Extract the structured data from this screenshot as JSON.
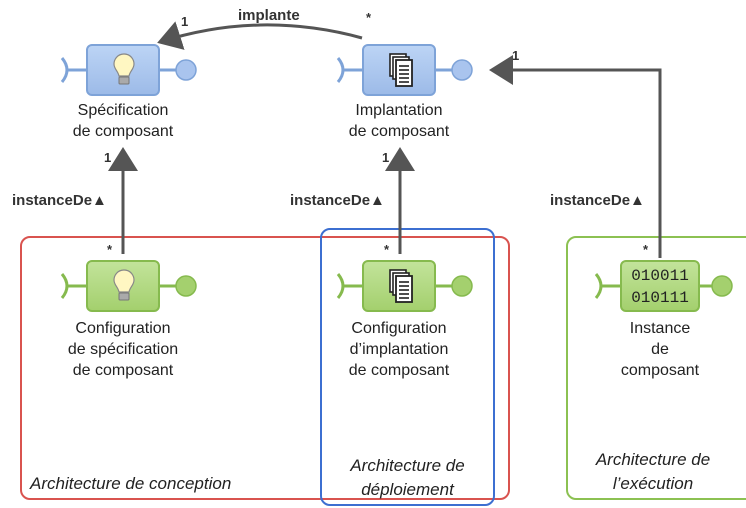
{
  "nodes": {
    "spec": {
      "label_line1": "Spécification",
      "label_line2": "de composant",
      "icon": "lightbulb-icon",
      "color": "#9dbbe8"
    },
    "impl": {
      "label_line1": "Implantation",
      "label_line2": "de composant",
      "icon": "documents-icon",
      "color": "#9dbbe8"
    },
    "config_spec": {
      "label_line1": "Configuration",
      "label_line2": "de spécification",
      "label_line3": "de composant",
      "icon": "lightbulb-icon",
      "color": "#a4d06e"
    },
    "config_impl": {
      "label_line1": "Configuration",
      "label_line2": "d’implantation",
      "label_line3": "de composant",
      "icon": "documents-icon",
      "color": "#a4d06e"
    },
    "instance": {
      "binary_line1": "010011",
      "binary_line2": "010111",
      "label_line1": "Instance",
      "label_line2": "de",
      "label_line3": "composant",
      "color": "#a4d06e"
    }
  },
  "edges": {
    "implante": {
      "label": "implante",
      "source_mult": "*",
      "target_mult": "1"
    },
    "instance_de_spec": {
      "label": "instanceDe▲",
      "source_mult": "*",
      "target_mult": "1"
    },
    "instance_de_impl": {
      "label": "instanceDe▲",
      "source_mult": "*",
      "target_mult": "1"
    },
    "instance_de_exec": {
      "label": "instanceDe▲",
      "source_mult": "*",
      "target_mult": "1"
    }
  },
  "regions": {
    "conception": {
      "title": "Architecture de conception",
      "color": "#d9534f"
    },
    "deploiement": {
      "title_line1": "Architecture de",
      "title_line2": "déploiement",
      "color": "#3c6fd1"
    },
    "execution": {
      "title_line1": "Architecture de",
      "title_line2": "l’exécution",
      "color": "#8cc152"
    }
  }
}
